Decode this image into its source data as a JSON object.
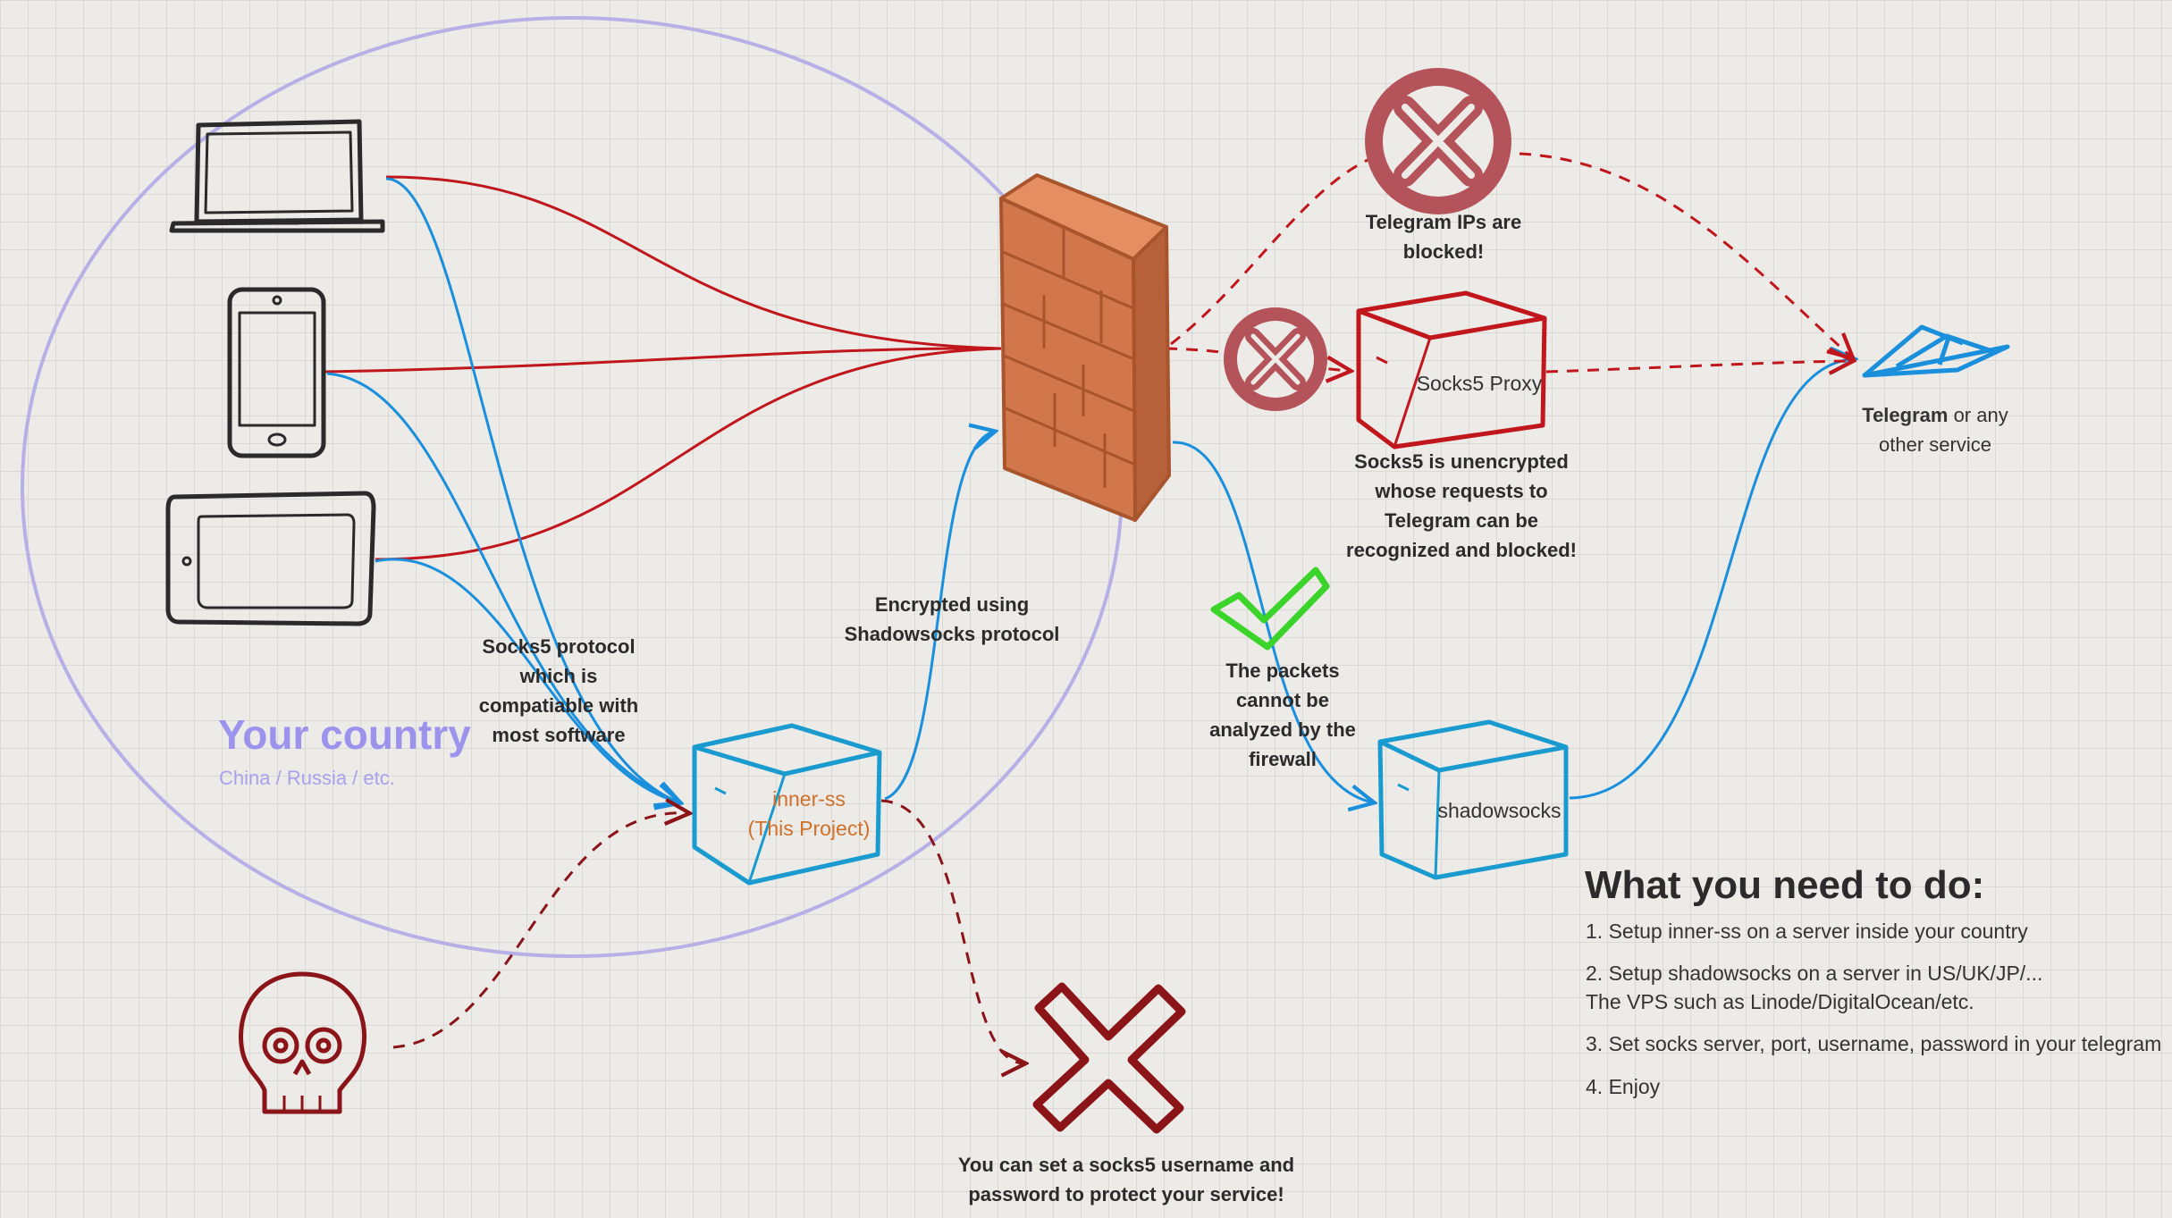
{
  "region": {
    "title": "Your country",
    "subtitle": "China / Russia / etc."
  },
  "labels": {
    "socks5_protocol": [
      "Socks5 protocol",
      "which is",
      "compatiable with",
      "most software"
    ],
    "encrypted": [
      "Encrypted using",
      "Shadowsocks protocol"
    ],
    "telegram_blocked": [
      "Telegram IPs are",
      "blocked!"
    ],
    "socks5_unencrypted": [
      "Socks5 is unencrypted",
      "whose requests to",
      "Telegram can be",
      "recognized and blocked!"
    ],
    "packets": [
      "The packets",
      "cannot be",
      "analyzed by the",
      "firewall"
    ],
    "protect": [
      "You can set a socks5 username and",
      "password to protect your service!"
    ]
  },
  "boxes": {
    "inner_ss": [
      "inner-ss",
      "(This Project)"
    ],
    "socks5_proxy": "Socks5 Proxy",
    "shadowsocks": "shadowsocks"
  },
  "service": {
    "name": "Telegram",
    "suffix": " or any",
    "line2": "other service"
  },
  "todo": {
    "title": "What you need to do:",
    "steps": [
      "1. Setup inner-ss on a server inside your country",
      "2. Setup shadowsocks on a server in US/UK/JP/...",
      "The VPS such as Linode/DigitalOcean/etc.",
      "3. Set socks server, port, username, password in your telegram",
      "4. Enjoy"
    ]
  },
  "colors": {
    "blue": "#1a8fdc",
    "red": "#c0161c",
    "dark_red": "#8b1418",
    "brick": "#d2764b",
    "purple": "#b6b0e6",
    "green": "#3bd42a",
    "inner_ss_text": "#d0702a",
    "cross_circle": "#b4545a"
  },
  "icons": [
    "laptop-icon",
    "phone-icon",
    "tablet-icon",
    "firewall-icon",
    "skull-icon",
    "cross-icon",
    "blocked-icon",
    "checkmark-icon",
    "paper-plane-icon",
    "box-icon"
  ]
}
